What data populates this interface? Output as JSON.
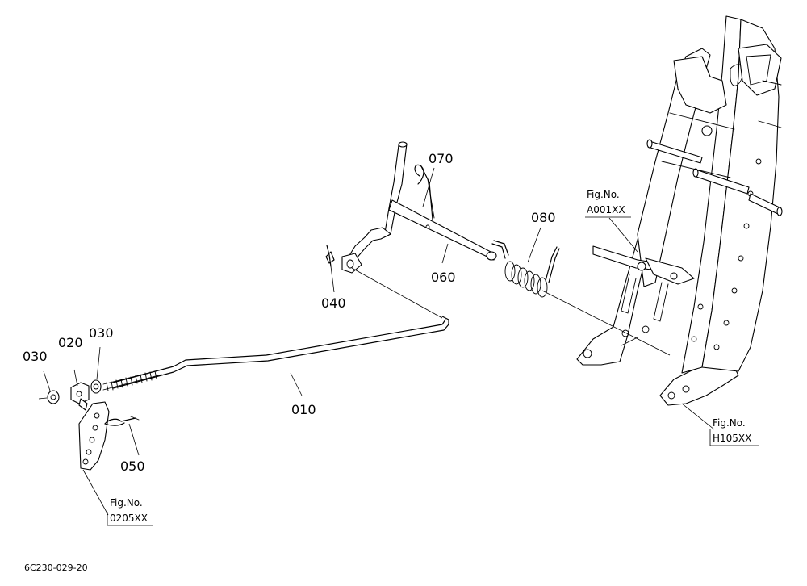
{
  "callouts": {
    "p010": "010",
    "p020": "020",
    "p030a": "030",
    "p030b": "030",
    "p040": "040",
    "p050": "050",
    "p060": "060",
    "p070": "070",
    "p080": "080"
  },
  "fig_refs": {
    "a001": {
      "label": "Fig.No.",
      "code": "A001XX"
    },
    "h105": {
      "label": "Fig.No.",
      "code": "H105XX"
    },
    "r0205": {
      "label": "Fig.No.",
      "code": "0205XX"
    }
  },
  "drawing_code": "6C230-029-20"
}
